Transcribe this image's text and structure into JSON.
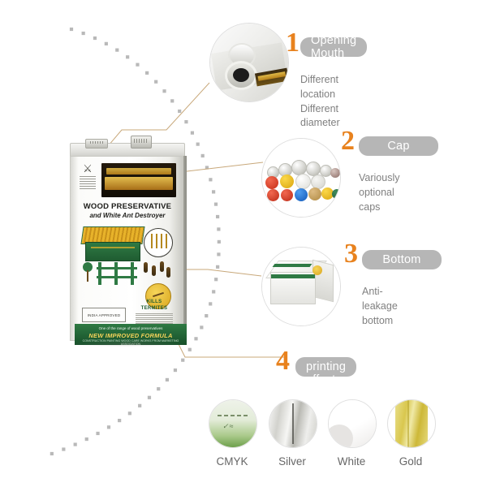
{
  "product": {
    "crest_icon": "royal-crest-icon",
    "brand_band_label": "",
    "title_line1": "WOOD PRESERVATIVE",
    "title_line2": "and White Ant Destroyer",
    "kills_line1": "KILLS",
    "kills_line2": "TERMITES",
    "approval_text": "INDIA APPROVED",
    "band_top_text": "One of the  range of wood preservatives",
    "band_main_text": "NEW IMPROVED FORMULA",
    "band_sub_text": "CONSTRUCTION PAINTING WOOD CARE WORKS FROM MARKETING ASSOCIATION"
  },
  "callouts": [
    {
      "number": "1",
      "title": "Opening Mouth",
      "desc_line1": "Different location",
      "desc_line2": "Different diameter",
      "photo_icon": "tin-opening-photo"
    },
    {
      "number": "2",
      "title": "Cap",
      "desc_line1": "Variously",
      "desc_line2": "optional caps",
      "photo_icon": "caps-assortment-photo"
    },
    {
      "number": "3",
      "title": "Bottom",
      "desc_line1": "Anti-leakage",
      "desc_line2": "bottom",
      "photo_icon": "tin-bottom-photo"
    },
    {
      "number": "4",
      "title": "Four printing effects",
      "desc_line1": "",
      "desc_line2": "",
      "photo_icon": "printing-effects-photo"
    }
  ],
  "printing_effects": [
    {
      "label": "CMYK",
      "swatch_icon": "cmyk-swatch-icon"
    },
    {
      "label": "Silver",
      "swatch_icon": "silver-swatch-icon"
    },
    {
      "label": "White",
      "swatch_icon": "white-swatch-icon"
    },
    {
      "label": "Gold",
      "swatch_icon": "gold-swatch-icon"
    }
  ],
  "colors": {
    "number_orange": "#e8821e",
    "pill_gray": "#b6b6b6",
    "body_gray": "#808080",
    "arc_dot_gray": "#b9b9b9",
    "connector_tan": "#c8a87a",
    "brand_green": "#2f7a44",
    "brand_yellow": "#f4d25a"
  }
}
